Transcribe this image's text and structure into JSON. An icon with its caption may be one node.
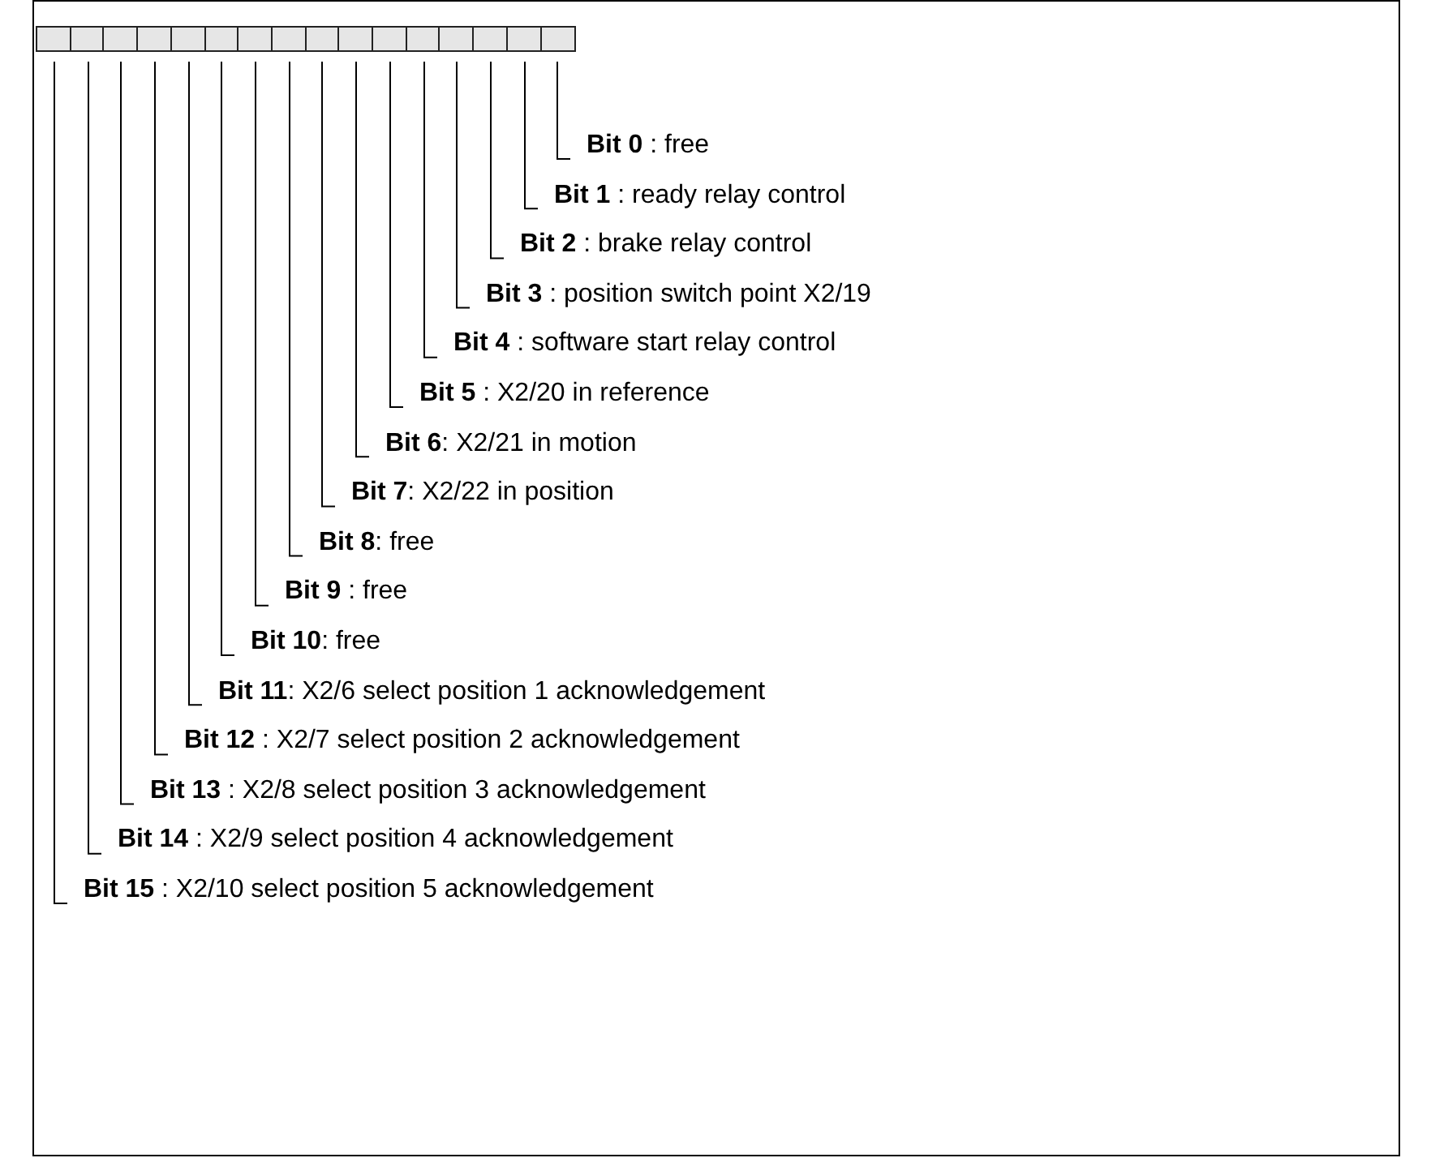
{
  "diagram": {
    "nodes": [
      {
        "text": [],
        "shape": "box"
      },
      {
        "text": [],
        "shape": "box"
      },
      {
        "text": [],
        "shape": "box"
      },
      {
        "text": [],
        "shape": "box"
      },
      {
        "text": [],
        "shape": "box"
      },
      {
        "text": [],
        "shape": "box"
      },
      {
        "text": [],
        "shape": "box"
      },
      {
        "text": [],
        "shape": "box"
      },
      {
        "text": [],
        "shape": "box"
      },
      {
        "text": [],
        "shape": "box"
      },
      {
        "text": [],
        "shape": "box"
      },
      {
        "text": [],
        "shape": "box"
      },
      {
        "text": [],
        "shape": "box"
      },
      {
        "text": [],
        "shape": "box"
      },
      {
        "text": [],
        "shape": "box"
      },
      {
        "text": [],
        "shape": "box"
      },
      {
        "text": [
          "**Bit 0** : free"
        ]
      },
      {
        "text": [
          "**Bit 1** : ready relay control"
        ]
      },
      {
        "text": [
          "**Bit 2** : brake relay control"
        ]
      },
      {
        "text": [
          "**Bit 3** : position switch point X2/19"
        ]
      },
      {
        "text": [
          "**Bit 4** : software start relay control"
        ]
      },
      {
        "text": [
          "**Bit 5** : X2/20 in reference"
        ]
      },
      {
        "text": [
          "**Bit 6**: X2/21 in motion"
        ]
      },
      {
        "text": [
          "**Bit 7**: X2/22 in position"
        ]
      },
      {
        "text": [
          "**Bit 8**: free"
        ]
      },
      {
        "text": [
          "**Bit 9** : free"
        ]
      },
      {
        "text": [
          "**Bit 10**: free"
        ]
      },
      {
        "text": [
          "**Bit 11**: X2/6 select position 1 acknowledgement"
        ]
      },
      {
        "text": [
          "**Bit 12** : X2/7 select position 2 acknowledgement"
        ]
      },
      {
        "text": [
          "**Bit 13** : X2/8 select position 3 acknowledgement"
        ]
      },
      {
        "text": [
          "**Bit 14** : X2/9 select position 4 acknowledgement"
        ]
      },
      {
        "text": [
          "**Bit 15** : X2/10 select position 5 acknowledgement"
        ]
      }
    ],
    "edges": [
      {
        "from": 15,
        "to": 16,
        "arrow": "none"
      },
      {
        "from": 14,
        "to": 17,
        "arrow": "none"
      },
      {
        "from": 13,
        "to": 18,
        "arrow": "none"
      },
      {
        "from": 12,
        "to": 19,
        "arrow": "none"
      },
      {
        "from": 11,
        "to": 20,
        "arrow": "none"
      },
      {
        "from": 10,
        "to": 21,
        "arrow": "none"
      },
      {
        "from": 9,
        "to": 22,
        "arrow": "none"
      },
      {
        "from": 8,
        "to": 23,
        "arrow": "none"
      },
      {
        "from": 7,
        "to": 24,
        "arrow": "none"
      },
      {
        "from": 6,
        "to": 25,
        "arrow": "none"
      },
      {
        "from": 5,
        "to": 26,
        "arrow": "none"
      },
      {
        "from": 4,
        "to": 27,
        "arrow": "none"
      },
      {
        "from": 3,
        "to": 28,
        "arrow": "none"
      },
      {
        "from": 2,
        "to": 29,
        "arrow": "none"
      },
      {
        "from": 1,
        "to": 30,
        "arrow": "none"
      },
      {
        "from": 0,
        "to": 31,
        "arrow": "none"
      }
    ]
  }
}
